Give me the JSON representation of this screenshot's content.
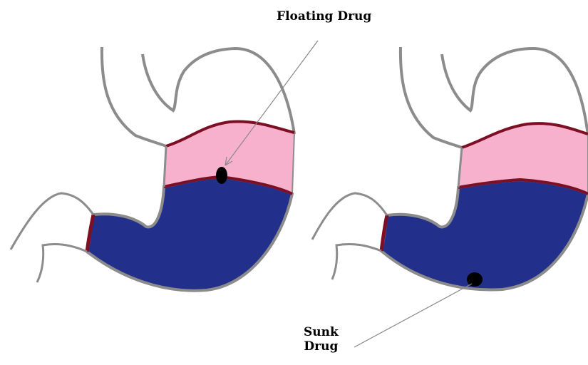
{
  "labels": {
    "floating": "Floating Drug",
    "sunk_line1": "Sunk",
    "sunk_line2": "Drug"
  },
  "colors": {
    "outline": "#8c8c8c",
    "fluid": "#22308c",
    "gas_layer": "#f7b1cc",
    "boundary": "#7d0f24",
    "drug": "#000000",
    "pointer": "#8a8a8a"
  }
}
